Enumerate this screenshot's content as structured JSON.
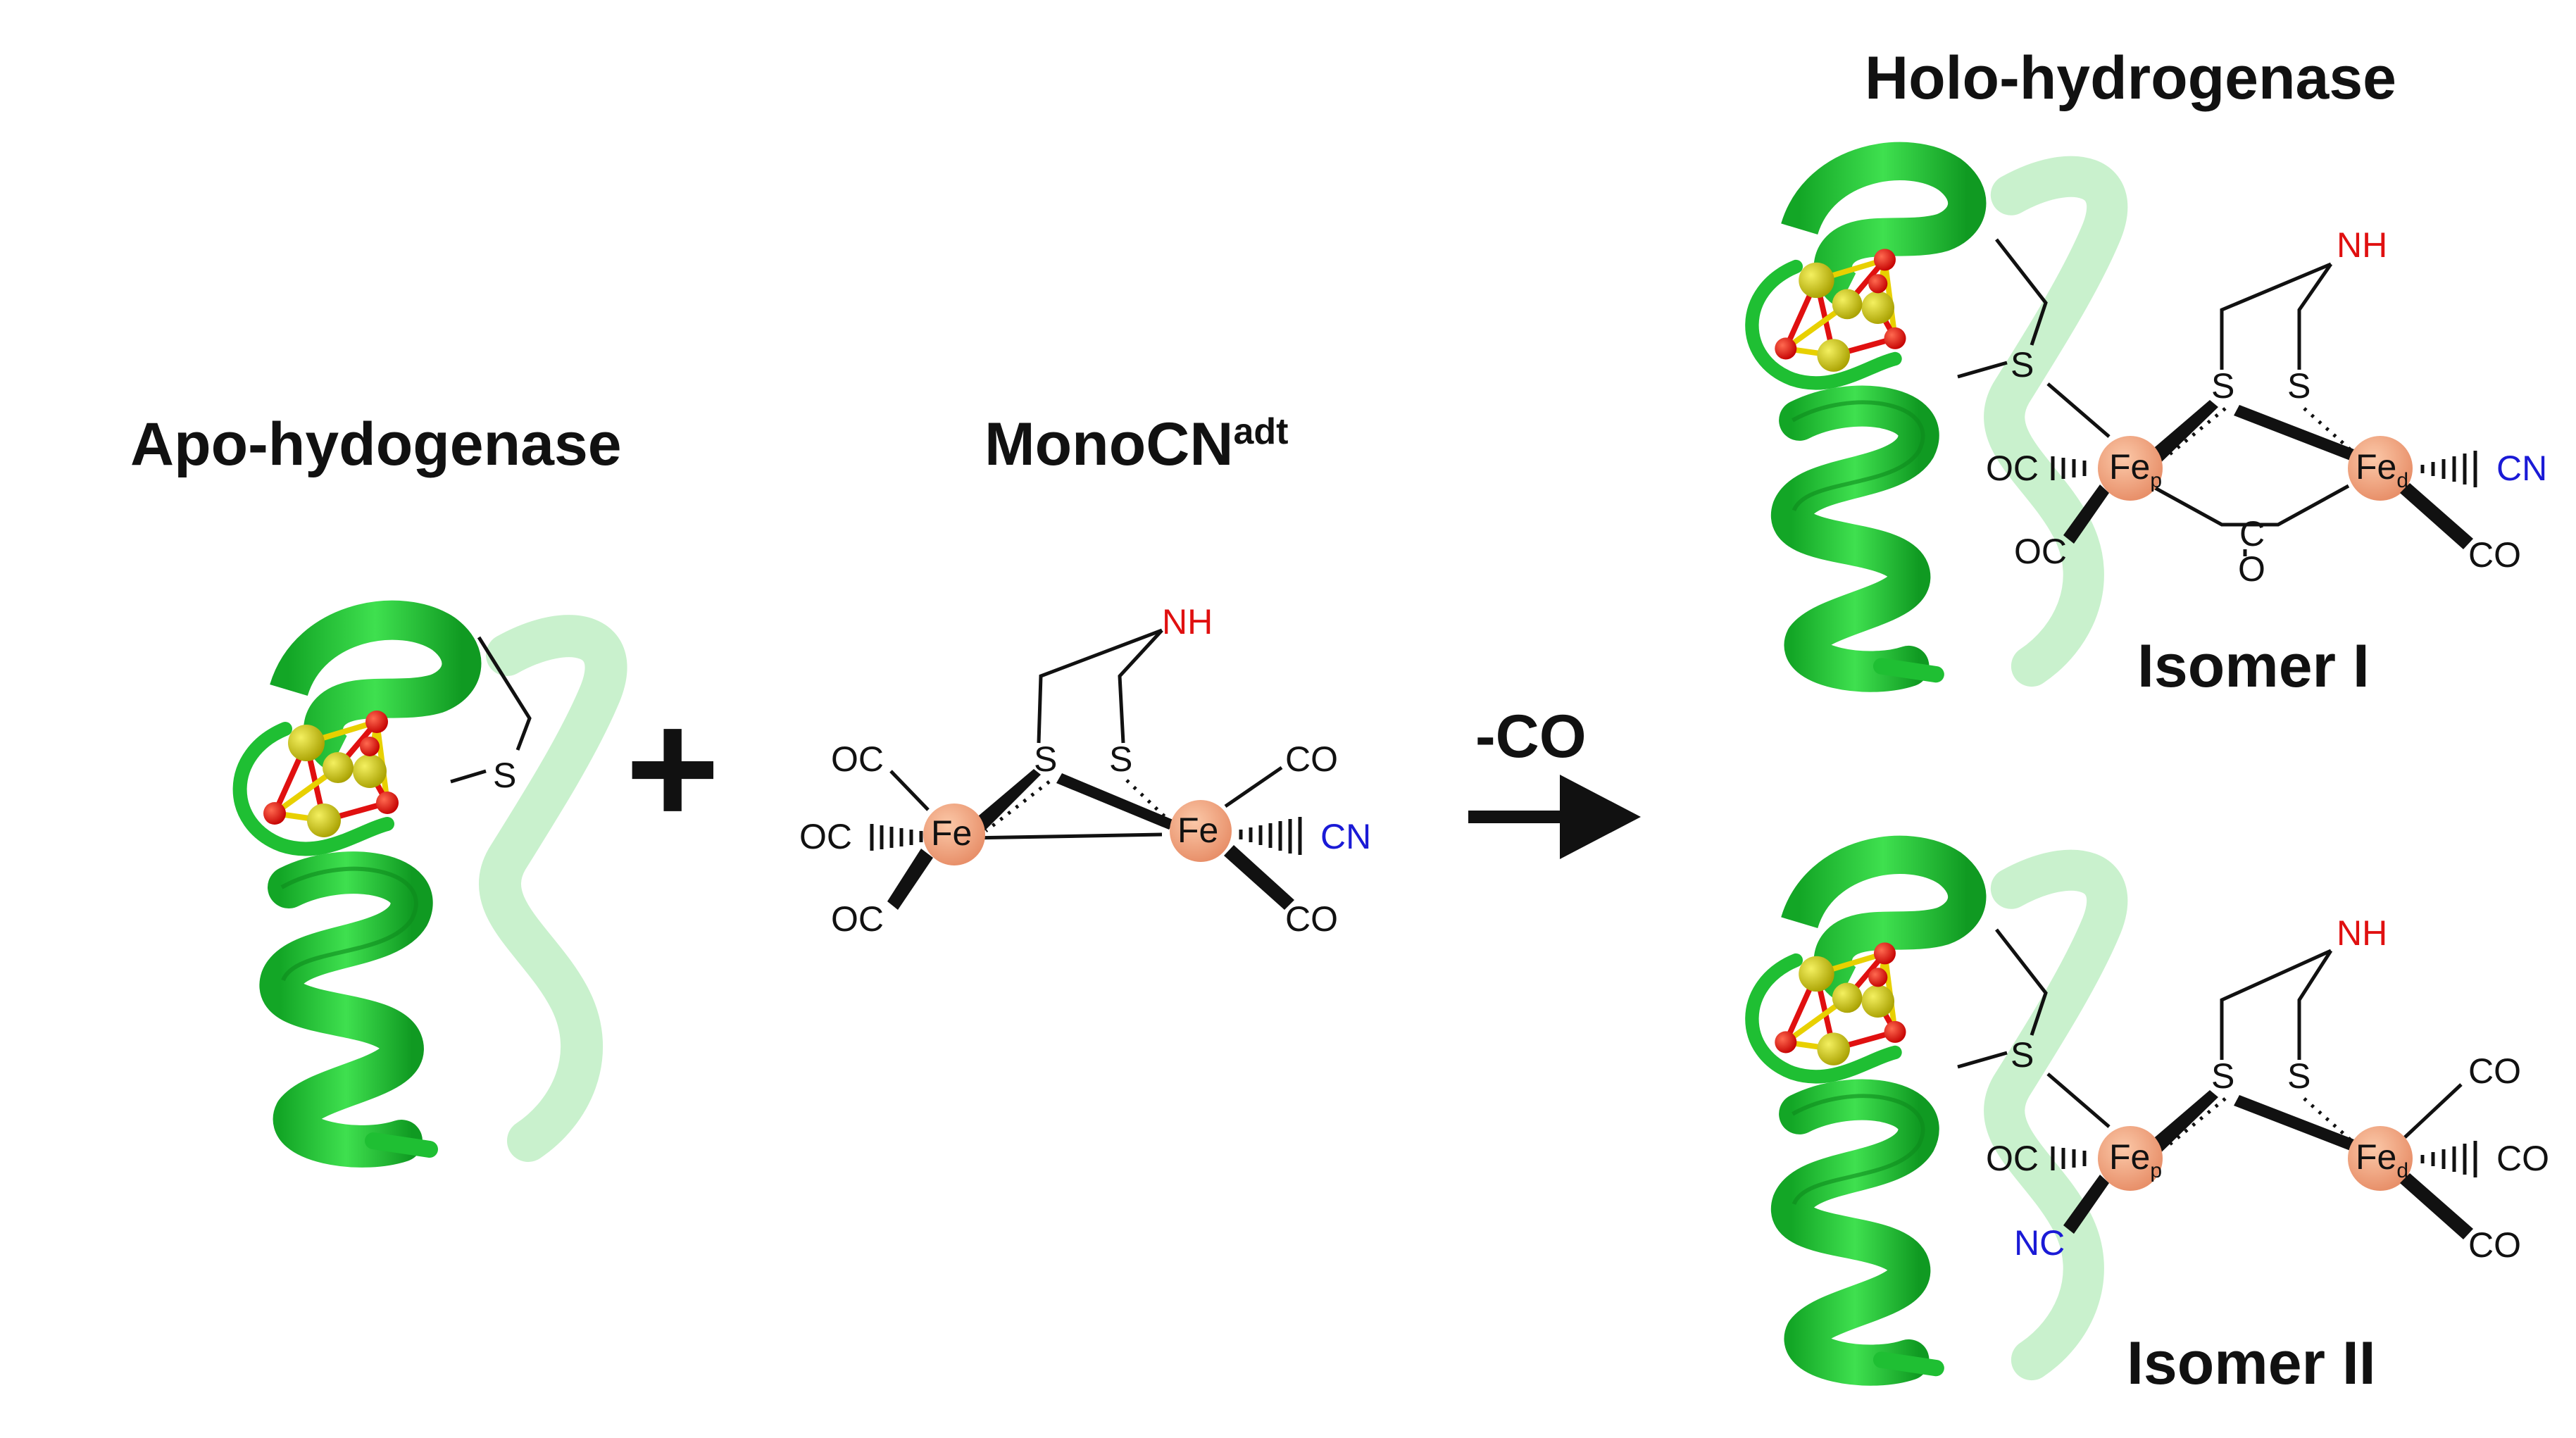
{
  "titles": {
    "apo": "Apo-hydogenase",
    "mono_base": "MonoCN",
    "mono_sup": "adt",
    "holo": "Holo-hydrogenase",
    "isomer1": "Isomer I",
    "isomer2": "Isomer II"
  },
  "operators": {
    "plus": "+",
    "loss": "-CO"
  },
  "atoms": {
    "S": "S",
    "NH": "NH",
    "Fe": "Fe",
    "Fe_p_sub": "p",
    "Fe_d_sub": "d",
    "OC": "OC",
    "CO": "CO",
    "CN": "CN",
    "NC": "NC",
    "C": "C",
    "O": "O"
  },
  "colors": {
    "protein_green": "#22c435",
    "protein_dark": "#0f8a1e",
    "fe_sphere": "#f0a47e",
    "sulfur_yellow": "#c8c800",
    "oxygen_red": "#ee1a1a",
    "cn_blue": "#1a1ad6",
    "nh_red": "#e01010",
    "text": "#111111"
  }
}
